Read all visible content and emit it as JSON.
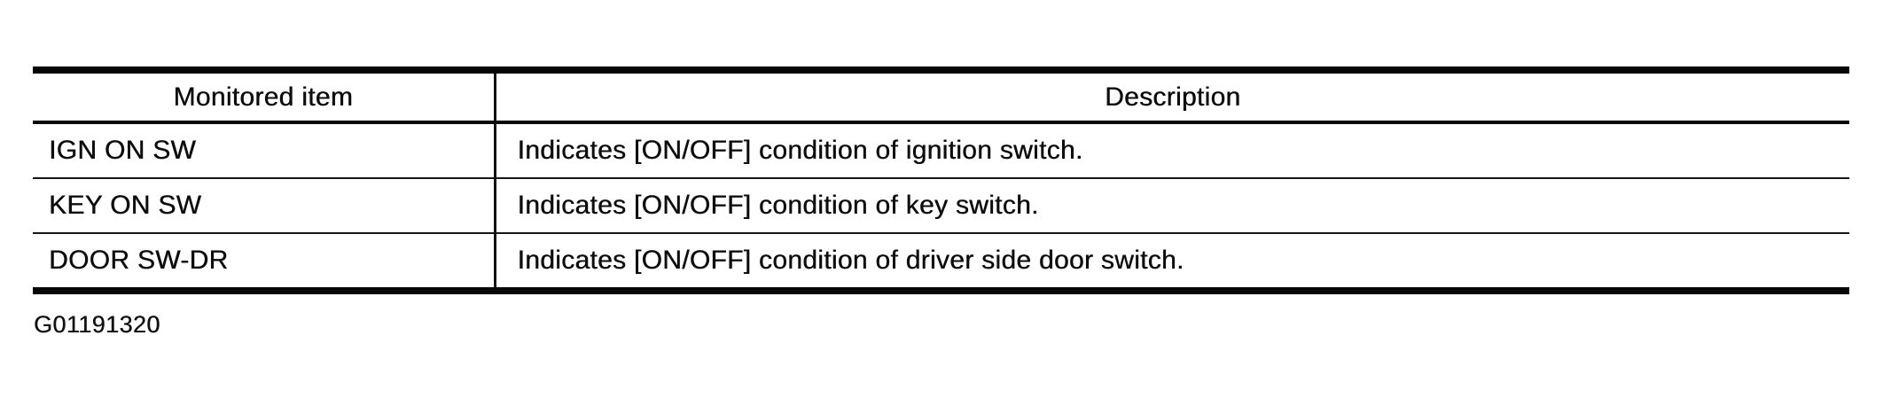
{
  "document": {
    "kind": "scanned-service-manual-table",
    "colors": {
      "ink": "#0d0d0d",
      "paper": "#ffffff"
    },
    "table": {
      "headers": [
        "Monitored item",
        "Description"
      ],
      "rows": [
        {
          "item": "IGN ON SW",
          "description": "Indicates [ON/OFF] condition of ignition switch."
        },
        {
          "item": "KEY ON SW",
          "description": "Indicates [ON/OFF] condition of key switch."
        },
        {
          "item": "DOOR SW-DR",
          "description": "Indicates [ON/OFF] condition of driver side door switch."
        }
      ]
    },
    "figure_id": "G01191320"
  }
}
